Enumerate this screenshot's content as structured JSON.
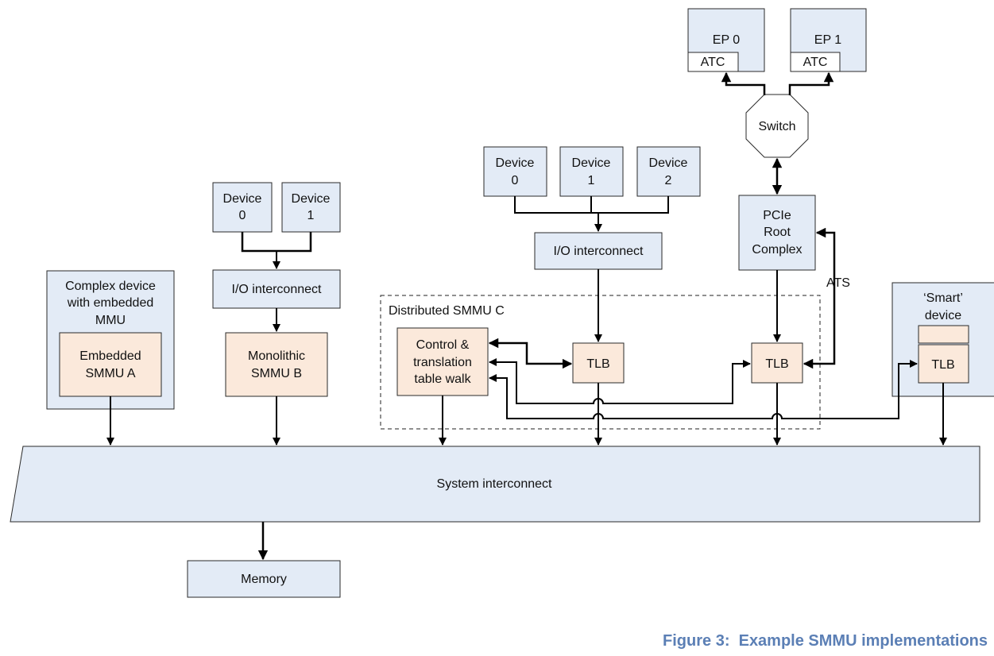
{
  "caption": "Figure 3:  Example SMMU implementations",
  "colors": {
    "device_fill": "#e3ebf6",
    "smmu_fill": "#fbe9db",
    "caption": "#5b7fb5"
  },
  "diagram": {
    "complex_device": {
      "label": [
        "Complex device",
        "with embedded",
        "MMU"
      ],
      "inner": [
        "Embedded",
        "SMMU A"
      ]
    },
    "device_b0": [
      "Device",
      "0"
    ],
    "device_b1": [
      "Device",
      "1"
    ],
    "io_interconnect_b": "I/O interconnect",
    "monolithic": [
      "Monolithic",
      "SMMU B"
    ],
    "device_c0": [
      "Device",
      "0"
    ],
    "device_c1": [
      "Device",
      "1"
    ],
    "device_c2": [
      "Device",
      "2"
    ],
    "io_interconnect_c": "I/O interconnect",
    "distributed_label": "Distributed SMMU C",
    "control_walk": [
      "Control &",
      "translation",
      "table walk"
    ],
    "tlb_c1": "TLB",
    "tlb_c2": "TLB",
    "ep0": "EP 0",
    "ep1": "EP 1",
    "atc0": "ATC",
    "atc1": "ATC",
    "switch": "Switch",
    "pcie": [
      "PCIe",
      "Root",
      "Complex"
    ],
    "ats": "ATS",
    "smart_device": [
      "‘Smart’",
      "device"
    ],
    "tlb_smart": "TLB",
    "system_interconnect": "System interconnect",
    "memory": "Memory"
  }
}
